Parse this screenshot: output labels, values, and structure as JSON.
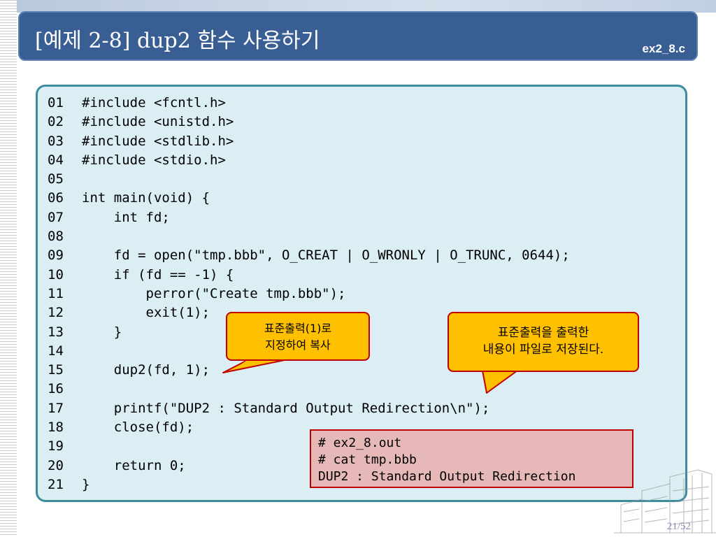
{
  "slide": {
    "title": "[예제 2-8] dup2 함수 사용하기",
    "filename": "ex2_8.c",
    "page_number": "21/52"
  },
  "code": {
    "lines": [
      {
        "num": "01",
        "text": "#include <fcntl.h>"
      },
      {
        "num": "02",
        "text": "#include <unistd.h>"
      },
      {
        "num": "03",
        "text": "#include <stdlib.h>"
      },
      {
        "num": "04",
        "text": "#include <stdio.h>"
      },
      {
        "num": "05",
        "text": ""
      },
      {
        "num": "06",
        "text": "int main(void) {"
      },
      {
        "num": "07",
        "text": "    int fd;"
      },
      {
        "num": "08",
        "text": ""
      },
      {
        "num": "09",
        "text": "    fd = open(\"tmp.bbb\", O_CREAT | O_WRONLY | O_TRUNC, 0644);"
      },
      {
        "num": "10",
        "text": "    if (fd == -1) {"
      },
      {
        "num": "11",
        "text": "        perror(\"Create tmp.bbb\");"
      },
      {
        "num": "12",
        "text": "        exit(1);"
      },
      {
        "num": "13",
        "text": "    }"
      },
      {
        "num": "14",
        "text": ""
      },
      {
        "num": "15",
        "text": "    dup2(fd, 1);"
      },
      {
        "num": "16",
        "text": ""
      },
      {
        "num": "17",
        "text": "    printf(\"DUP2 : Standard Output Redirection\\n\");"
      },
      {
        "num": "18",
        "text": "    close(fd);"
      },
      {
        "num": "19",
        "text": ""
      },
      {
        "num": "20",
        "text": "    return 0;"
      },
      {
        "num": "21",
        "text": "}"
      }
    ]
  },
  "callouts": {
    "copy_stdout": {
      "line1": "표준출력(1)로",
      "line2": "지정하여 복사"
    },
    "saved_to_file": {
      "line1": "표준출력을 출력한",
      "line2": "내용이 파일로 저장된다."
    }
  },
  "output": {
    "lines": [
      "# ex2_8.out",
      "# cat tmp.bbb",
      "DUP2 : Standard Output Redirection"
    ]
  },
  "colors": {
    "title_bar": "#395e94",
    "code_panel": "#daeef3",
    "code_border": "#3b8d9c",
    "callout_fill": "#ffc000",
    "callout_border": "#c00000",
    "output_fill": "#e6b9b8"
  }
}
